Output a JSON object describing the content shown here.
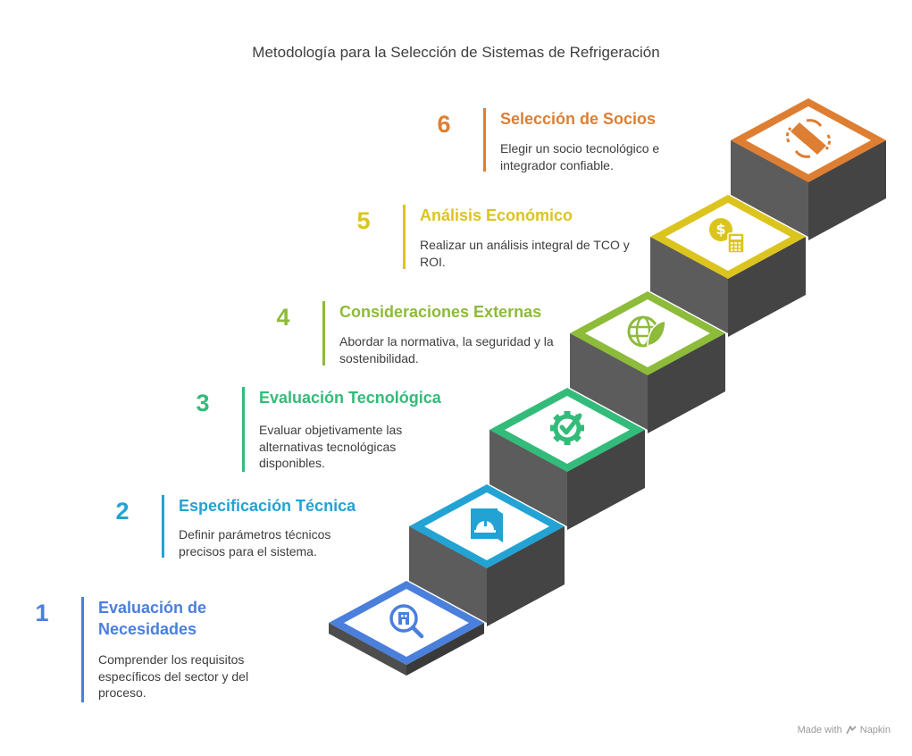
{
  "title": "Metodología para la Selección de Sistemas de Refrigeración",
  "steps": [
    {
      "number": "1",
      "title": "Evaluación de Necesidades",
      "description": "Comprender los requisitos específicos del sector y del proceso.",
      "color": "#4a7fdc",
      "icon": "magnify-building-icon"
    },
    {
      "number": "2",
      "title": "Especificación Técnica",
      "description": "Definir parámetros técnicos precisos para el sistema.",
      "color": "#22a3d4",
      "icon": "blueprint-helmet-icon"
    },
    {
      "number": "3",
      "title": "Evaluación Tecnológica",
      "description": "Evaluar objetivamente las alternativas tecnológicas disponibles.",
      "color": "#33bb7a",
      "icon": "gear-check-icon"
    },
    {
      "number": "4",
      "title": "Consideraciones Externas",
      "description": "Abordar la normativa, la seguridad y la sostenibilidad.",
      "color": "#8dbb3a",
      "icon": "globe-leaf-icon"
    },
    {
      "number": "5",
      "title": "Análisis Económico",
      "description": "Realizar un análisis integral de TCO y ROI.",
      "color": "#dcc41f",
      "icon": "dollar-calculator-icon"
    },
    {
      "number": "6",
      "title": "Selección de Socios",
      "description": "Elegir un socio tecnológico e integrador confiable.",
      "color": "#de7e32",
      "icon": "handshake-icon"
    }
  ],
  "footer": {
    "made_with": "Made with",
    "brand": "Napkin"
  }
}
